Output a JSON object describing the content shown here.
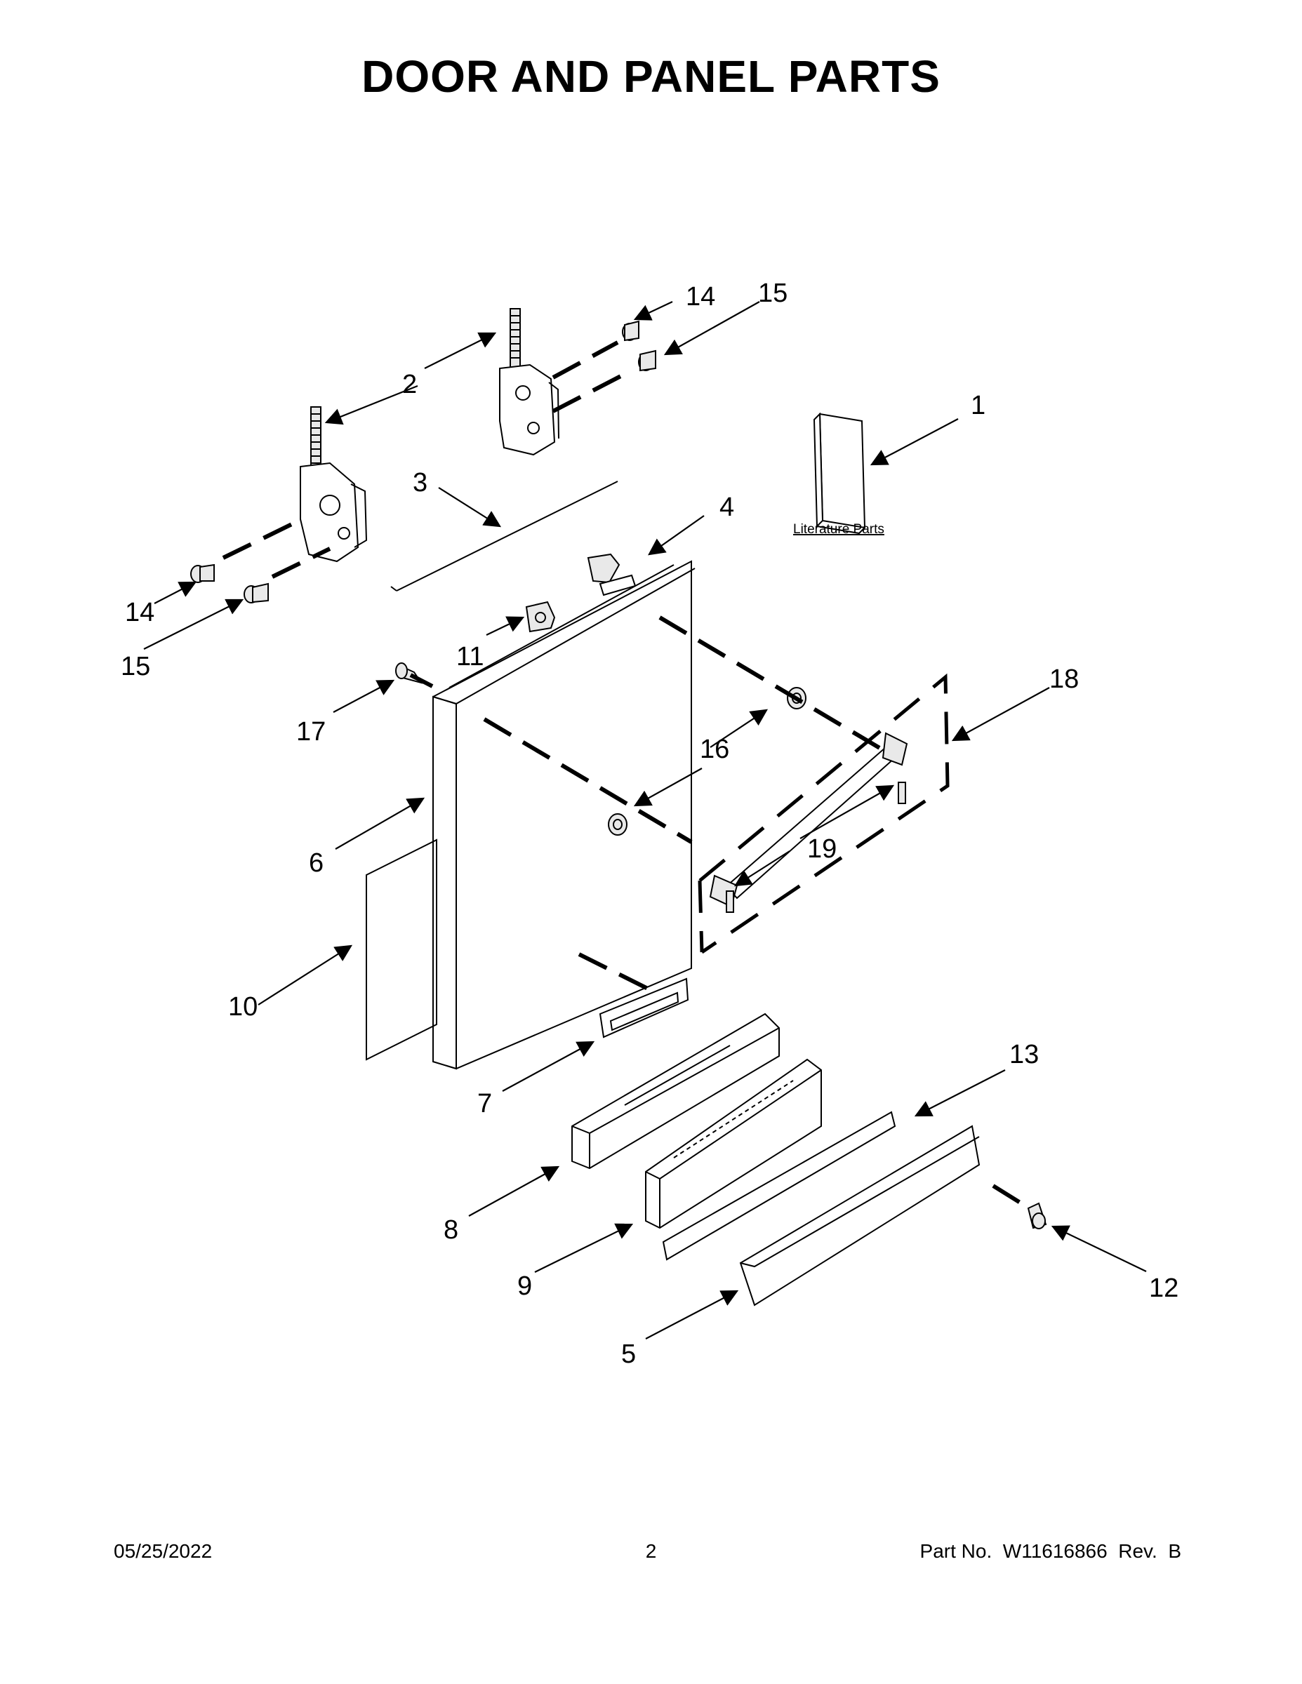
{
  "page": {
    "title": "DOOR AND PANEL PARTS",
    "footer_date": "05/25/2022",
    "footer_page": "2",
    "footer_part": "Part No.  W11616866  Rev.  B"
  },
  "diagram": {
    "literature_label": "Literature Parts",
    "callouts": [
      {
        "id": "c1",
        "label": "1"
      },
      {
        "id": "c2",
        "label": "2"
      },
      {
        "id": "c3",
        "label": "3"
      },
      {
        "id": "c4",
        "label": "4"
      },
      {
        "id": "c5",
        "label": "5"
      },
      {
        "id": "c6",
        "label": "6"
      },
      {
        "id": "c7",
        "label": "7"
      },
      {
        "id": "c8",
        "label": "8"
      },
      {
        "id": "c9",
        "label": "9"
      },
      {
        "id": "c10",
        "label": "10"
      },
      {
        "id": "c11",
        "label": "11"
      },
      {
        "id": "c12",
        "label": "12"
      },
      {
        "id": "c13",
        "label": "13"
      },
      {
        "id": "c14a",
        "label": "14"
      },
      {
        "id": "c14b",
        "label": "14"
      },
      {
        "id": "c15a",
        "label": "15"
      },
      {
        "id": "c15b",
        "label": "15"
      },
      {
        "id": "c16",
        "label": "16"
      },
      {
        "id": "c17",
        "label": "17"
      },
      {
        "id": "c18",
        "label": "18"
      },
      {
        "id": "c19",
        "label": "19"
      }
    ]
  }
}
